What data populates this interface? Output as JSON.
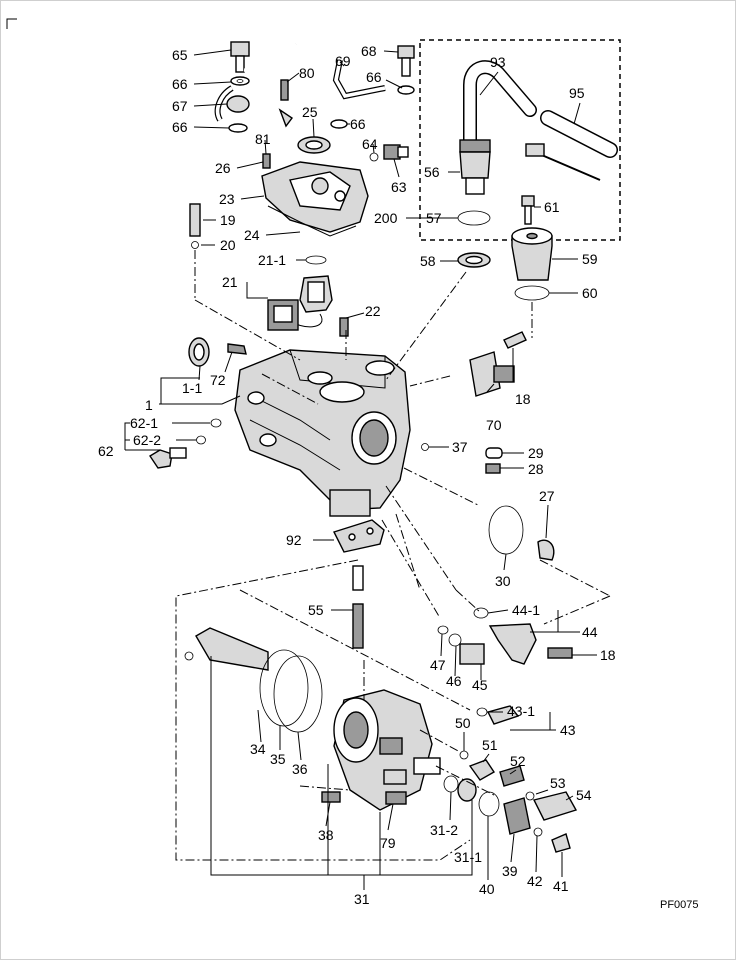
{
  "drawing_code": "PF0075",
  "callouts": [
    {
      "id": "65",
      "text": "65"
    },
    {
      "id": "66a",
      "text": "66"
    },
    {
      "id": "67",
      "text": "67"
    },
    {
      "id": "66b",
      "text": "66"
    },
    {
      "id": "80",
      "text": "80"
    },
    {
      "id": "69",
      "text": "69"
    },
    {
      "id": "68",
      "text": "68"
    },
    {
      "id": "66c",
      "text": "66"
    },
    {
      "id": "25",
      "text": "25"
    },
    {
      "id": "66d",
      "text": "66"
    },
    {
      "id": "81",
      "text": "81"
    },
    {
      "id": "64",
      "text": "64"
    },
    {
      "id": "26",
      "text": "26"
    },
    {
      "id": "63",
      "text": "63"
    },
    {
      "id": "23",
      "text": "23"
    },
    {
      "id": "19",
      "text": "19"
    },
    {
      "id": "24",
      "text": "24"
    },
    {
      "id": "20",
      "text": "20"
    },
    {
      "id": "93",
      "text": "93"
    },
    {
      "id": "95",
      "text": "95"
    },
    {
      "id": "56",
      "text": "56"
    },
    {
      "id": "57",
      "text": "57"
    },
    {
      "id": "200",
      "text": "200"
    },
    {
      "id": "61",
      "text": "61"
    },
    {
      "id": "59",
      "text": "59"
    },
    {
      "id": "58",
      "text": "58"
    },
    {
      "id": "60",
      "text": "60"
    },
    {
      "id": "21-1",
      "text": "21-1"
    },
    {
      "id": "21",
      "text": "21"
    },
    {
      "id": "22",
      "text": "22"
    },
    {
      "id": "72",
      "text": "72"
    },
    {
      "id": "1-1",
      "text": "1-1"
    },
    {
      "id": "1",
      "text": "1"
    },
    {
      "id": "18a",
      "text": "18"
    },
    {
      "id": "70",
      "text": "70"
    },
    {
      "id": "62-1",
      "text": "62-1"
    },
    {
      "id": "62-2",
      "text": "62-2"
    },
    {
      "id": "62",
      "text": "62"
    },
    {
      "id": "37",
      "text": "37"
    },
    {
      "id": "29",
      "text": "29"
    },
    {
      "id": "28",
      "text": "28"
    },
    {
      "id": "27",
      "text": "27"
    },
    {
      "id": "92",
      "text": "92"
    },
    {
      "id": "30",
      "text": "30"
    },
    {
      "id": "55",
      "text": "55"
    },
    {
      "id": "44-1",
      "text": "44-1"
    },
    {
      "id": "44",
      "text": "44"
    },
    {
      "id": "18b",
      "text": "18"
    },
    {
      "id": "47",
      "text": "47"
    },
    {
      "id": "46",
      "text": "46"
    },
    {
      "id": "45",
      "text": "45"
    },
    {
      "id": "43-1",
      "text": "43-1"
    },
    {
      "id": "43",
      "text": "43"
    },
    {
      "id": "50",
      "text": "50"
    },
    {
      "id": "51",
      "text": "51"
    },
    {
      "id": "52",
      "text": "52"
    },
    {
      "id": "53",
      "text": "53"
    },
    {
      "id": "54",
      "text": "54"
    },
    {
      "id": "34",
      "text": "34"
    },
    {
      "id": "35",
      "text": "35"
    },
    {
      "id": "36",
      "text": "36"
    },
    {
      "id": "38",
      "text": "38"
    },
    {
      "id": "79",
      "text": "79"
    },
    {
      "id": "31-2",
      "text": "31-2"
    },
    {
      "id": "31-1",
      "text": "31-1"
    },
    {
      "id": "40",
      "text": "40"
    },
    {
      "id": "39",
      "text": "39"
    },
    {
      "id": "42",
      "text": "42"
    },
    {
      "id": "41",
      "text": "41"
    },
    {
      "id": "31",
      "text": "31"
    }
  ]
}
